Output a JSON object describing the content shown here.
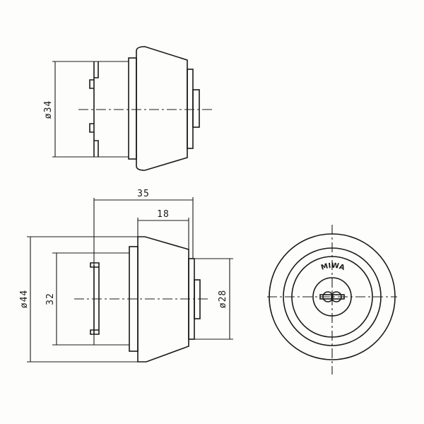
{
  "drawing": {
    "top_view": {
      "diameter_label": "ø34"
    },
    "side_view": {
      "overall_diameter_label": "ø44",
      "body_height_label": "32",
      "total_length_label": "35",
      "head_length_label": "18",
      "face_diameter_label": "ø28"
    },
    "front_view": {
      "brand": "MIWA"
    }
  }
}
